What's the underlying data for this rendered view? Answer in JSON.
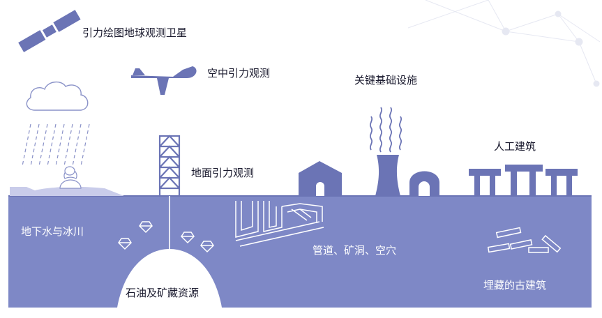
{
  "labels": {
    "satellite": "引力绘图地球观测卫星",
    "airborne": "空中引力观测",
    "infrastructure": "关键基础设施",
    "buildings": "人工建筑",
    "ground": "地面引力观测",
    "groundwater": "地下水与冰川",
    "tunnels": "管道、矿洞、空穴",
    "oil": "石油及矿藏资源",
    "ancient": "埋藏的古建筑"
  },
  "colors": {
    "ground": "#7e88c6",
    "accent": "#6b74b5",
    "ice": "#c9ccea",
    "line": "#ffffff"
  }
}
